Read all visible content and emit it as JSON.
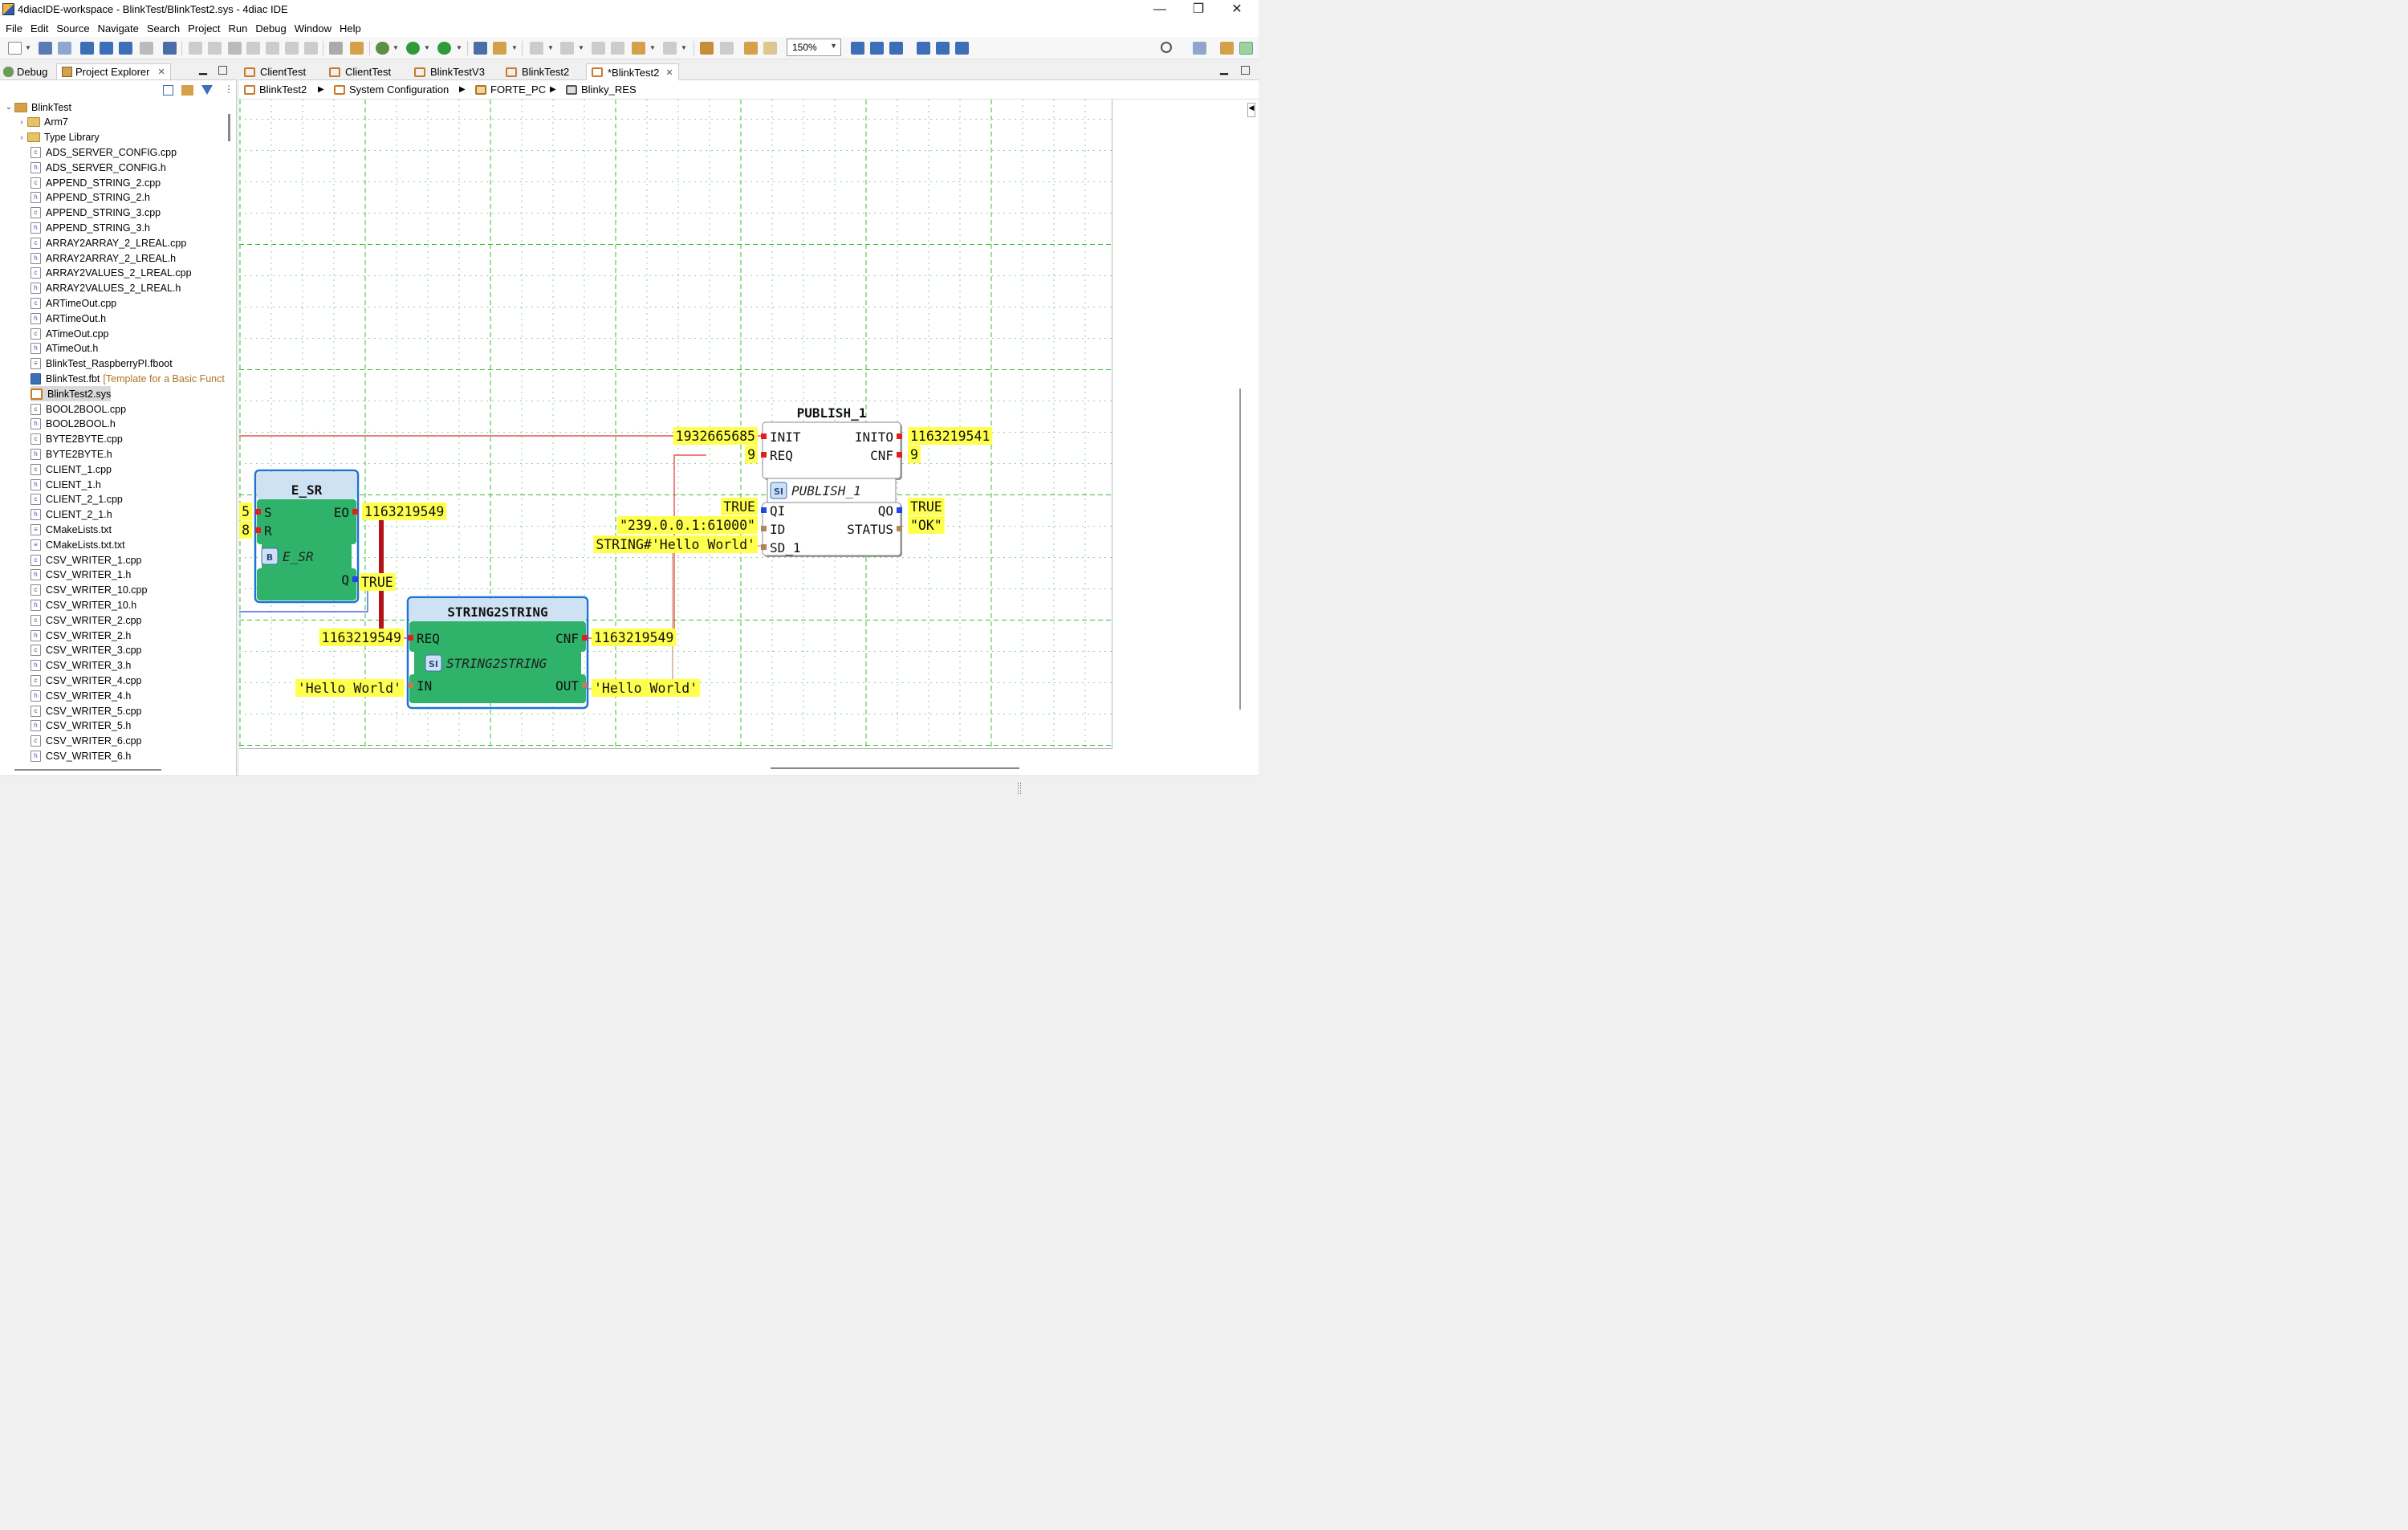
{
  "window": {
    "title": "4diacIDE-workspace - BlinkTest/BlinkTest2.sys - 4diac IDE",
    "minimize_glyph": "—",
    "maximize_glyph": "❐",
    "close_glyph": "✕"
  },
  "menu": [
    "File",
    "Edit",
    "Source",
    "Navigate",
    "Search",
    "Project",
    "Run",
    "Debug",
    "Window",
    "Help"
  ],
  "toolbar": {
    "zoom": "150%"
  },
  "left_panel": {
    "tabs": [
      {
        "label": "Debug",
        "icon": "bug-icon"
      },
      {
        "label": "Project Explorer",
        "icon": "project-explorer-icon"
      }
    ],
    "close_glyph": "✕",
    "tree_root": "BlinkTest",
    "tree_folders": [
      "Arm7",
      "Type Library"
    ],
    "tree_files": [
      "ADS_SERVER_CONFIG.cpp",
      "ADS_SERVER_CONFIG.h",
      "APPEND_STRING_2.cpp",
      "APPEND_STRING_2.h",
      "APPEND_STRING_3.cpp",
      "APPEND_STRING_3.h",
      "ARRAY2ARRAY_2_LREAL.cpp",
      "ARRAY2ARRAY_2_LREAL.h",
      "ARRAY2VALUES_2_LREAL.cpp",
      "ARRAY2VALUES_2_LREAL.h",
      "ARTimeOut.cpp",
      "ARTimeOut.h",
      "ATimeOut.cpp",
      "ATimeOut.h",
      "BlinkTest_RaspberryPI.fboot",
      "BlinkTest.fbt",
      "BlinkTest2.sys",
      "BOOL2BOOL.cpp",
      "BOOL2BOOL.h",
      "BYTE2BYTE.cpp",
      "BYTE2BYTE.h",
      "CLIENT_1.cpp",
      "CLIENT_1.h",
      "CLIENT_2_1.cpp",
      "CLIENT_2_1.h",
      "CMakeLists.txt",
      "CMakeLists.txt.txt",
      "CSV_WRITER_1.cpp",
      "CSV_WRITER_1.h",
      "CSV_WRITER_10.cpp",
      "CSV_WRITER_10.h",
      "CSV_WRITER_2.cpp",
      "CSV_WRITER_2.h",
      "CSV_WRITER_3.cpp",
      "CSV_WRITER_3.h",
      "CSV_WRITER_4.cpp",
      "CSV_WRITER_4.h",
      "CSV_WRITER_5.cpp",
      "CSV_WRITER_5.h",
      "CSV_WRITER_6.cpp",
      "CSV_WRITER_6.h"
    ],
    "fbt_decoration": "[Template for a Basic Funct",
    "selected": "BlinkTest2.sys"
  },
  "editor": {
    "tabs": [
      "ClientTest",
      "ClientTest",
      "BlinkTestV3",
      "BlinkTest2",
      "*BlinkTest2"
    ],
    "close_glyph": "✕",
    "breadcrumb": [
      "BlinkTest2",
      "System Configuration",
      "FORTE_PC",
      "Blinky_RES"
    ],
    "breadcrumb_sep": "▶"
  },
  "diagram": {
    "colors": {
      "fb_green": "#2fb36b",
      "fb_header": "#cfe2f4",
      "fb_border": "#1b73d3",
      "watch": "#ffff4d",
      "event_port": "#e01f1f",
      "data_port_bool": "#1f46e6",
      "data_port_string": "#b3845a"
    },
    "fbs": [
      {
        "id": "e_sr",
        "name": "E_SR",
        "type": "E_SR",
        "type_badge": "B",
        "style": "green",
        "in_events": [
          "S",
          "R"
        ],
        "out_events": [
          "EO"
        ],
        "in_data": [],
        "out_data": [
          "Q"
        ]
      },
      {
        "id": "string2string",
        "name": "STRING2STRING",
        "type": "STRING2STRING",
        "type_badge": "SI",
        "style": "green",
        "in_events": [
          "REQ"
        ],
        "out_events": [
          "CNF"
        ],
        "in_data": [
          "IN"
        ],
        "out_data": [
          "OUT"
        ]
      },
      {
        "id": "publish_1",
        "name": "PUBLISH_1",
        "type": "PUBLISH_1",
        "type_badge": "SI",
        "style": "white",
        "in_events": [
          "INIT",
          "REQ"
        ],
        "out_events": [
          "INITO",
          "CNF"
        ],
        "in_data": [
          "QI",
          "ID",
          "SD_1"
        ],
        "out_data": [
          "QO",
          "STATUS"
        ]
      }
    ],
    "watches": [
      {
        "id": "w-esr-s",
        "text": "5"
      },
      {
        "id": "w-esr-r",
        "text": "8"
      },
      {
        "id": "w-esr-eo",
        "text": "1163219549"
      },
      {
        "id": "w-esr-q",
        "text": "TRUE"
      },
      {
        "id": "w-s2s-req",
        "text": "1163219549"
      },
      {
        "id": "w-s2s-cnf",
        "text": "1163219549"
      },
      {
        "id": "w-s2s-in",
        "text": "'Hello World'"
      },
      {
        "id": "w-s2s-out",
        "text": "'Hello World'"
      },
      {
        "id": "w-pub-init",
        "text": "1932665685"
      },
      {
        "id": "w-pub-req",
        "text": "9"
      },
      {
        "id": "w-pub-qi",
        "text": "TRUE"
      },
      {
        "id": "w-pub-id",
        "text": "\"239.0.0.1:61000\""
      },
      {
        "id": "w-pub-sd1",
        "text": "STRING#'Hello World'"
      },
      {
        "id": "w-pub-inito",
        "text": "1163219541"
      },
      {
        "id": "w-pub-cnf",
        "text": "9"
      },
      {
        "id": "w-pub-qo",
        "text": "TRUE"
      },
      {
        "id": "w-pub-status",
        "text": "\"OK\""
      }
    ]
  }
}
